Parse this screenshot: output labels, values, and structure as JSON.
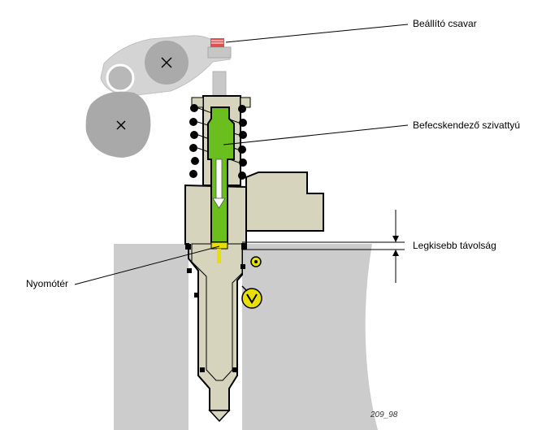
{
  "labels": {
    "adjusting_screw": "Beállító csavar",
    "pump_piston": "Befecskendező szivattyú",
    "min_distance": "Legkisebb távolság",
    "pressure_chamber": "Nyomótér"
  },
  "figure_number": "209_98",
  "colors": {
    "cylinder_head": "#cccccc",
    "rocker_arm": "#d4d4d4",
    "cam": "#a9a9a9",
    "injector_body": "#d6d4bc",
    "pump_piston": "#6abf1e",
    "pressure_chamber": "#e6e000",
    "solenoid_valve": "#e6e000",
    "adjusting_screw": "#e05050",
    "outline": "#000000"
  }
}
